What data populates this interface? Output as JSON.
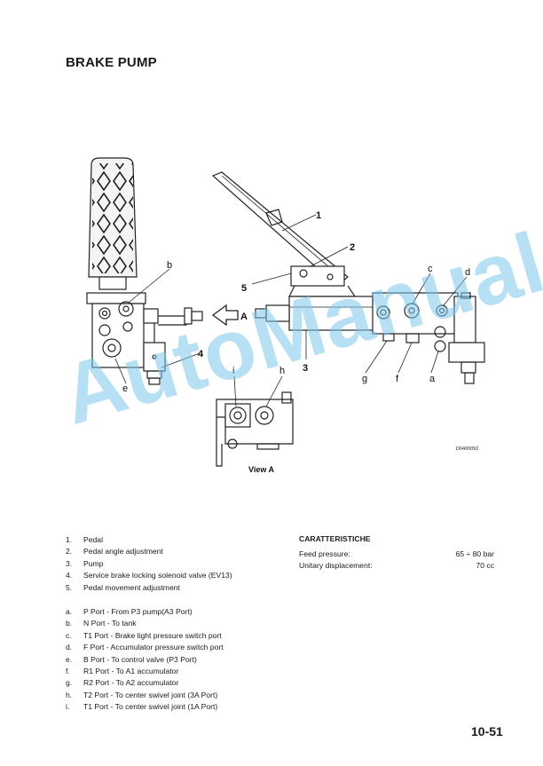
{
  "title": "BRAKE PUMP",
  "figure": {
    "callouts": [
      "1",
      "2",
      "3",
      "4",
      "5",
      "a",
      "b",
      "c",
      "d",
      "e",
      "f",
      "g",
      "h",
      "i"
    ],
    "arrow_label": "A",
    "view_caption": "View A",
    "drawing_code": "D0400092"
  },
  "parts": [
    {
      "marker": "1.",
      "text": "Pedal"
    },
    {
      "marker": "2.",
      "text": "Pedal angle adjustment"
    },
    {
      "marker": "3.",
      "text": "Pump"
    },
    {
      "marker": "4.",
      "text": "Service brake locking solenoid valve (EV13)"
    },
    {
      "marker": "5.",
      "text": "Pedal movement adjustment"
    }
  ],
  "ports": [
    {
      "marker": "a.",
      "text": "P  Port - From P3 pump(A3 Port)"
    },
    {
      "marker": "b.",
      "text": "N  Port - To tank"
    },
    {
      "marker": "c.",
      "text": "T1 Port - Brake light pressure switch port"
    },
    {
      "marker": "d.",
      "text": "F  Port - Accumulator pressure switch port"
    },
    {
      "marker": "e.",
      "text": "B  Port - To control valve (P3 Port)"
    },
    {
      "marker": "f.",
      "text": "R1 Port - To A1 accumulator"
    },
    {
      "marker": "g.",
      "text": "R2 Port - To A2 accumulator"
    },
    {
      "marker": "h.",
      "text": "T2 Port - To center swivel joint (3A Port)"
    },
    {
      "marker": "i.",
      "text": "T1 Port - To center swivel joint (1A Port)"
    }
  ],
  "specs": {
    "heading": "CARATTERISTICHE",
    "rows": [
      {
        "label": "Feed pressure:",
        "value": "65 ÷ 80 bar"
      },
      {
        "label": "Unitary displacement:",
        "value": "70 cc"
      }
    ]
  },
  "watermark": "AutoManual",
  "page_number": "10-51"
}
